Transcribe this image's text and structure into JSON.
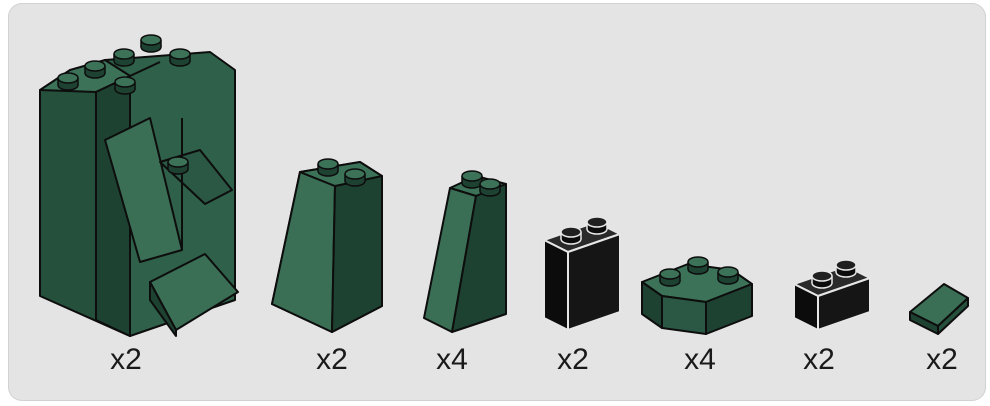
{
  "inventory": {
    "colors": {
      "panel_background": "#e4e4e4",
      "dark_green": "#2e5e48",
      "dark_green_shade": "#1e4232",
      "black": "#151515",
      "outline": "#0d0d0d"
    },
    "parts": [
      {
        "icon": "large-rock-panel-icon",
        "color": "dark-green",
        "quantity": "x2"
      },
      {
        "icon": "slope-brick-2x2-icon",
        "color": "dark-green",
        "quantity": "x2"
      },
      {
        "icon": "slope-brick-1x2-tall-icon",
        "color": "dark-green",
        "quantity": "x4"
      },
      {
        "icon": "brick-1x2x2-icon",
        "color": "black",
        "quantity": "x2"
      },
      {
        "icon": "corner-brick-icon",
        "color": "dark-green",
        "quantity": "x4"
      },
      {
        "icon": "brick-1x2-icon",
        "color": "black",
        "quantity": "x2"
      },
      {
        "icon": "slope-1x1-icon",
        "color": "dark-green",
        "quantity": "x2"
      }
    ]
  }
}
